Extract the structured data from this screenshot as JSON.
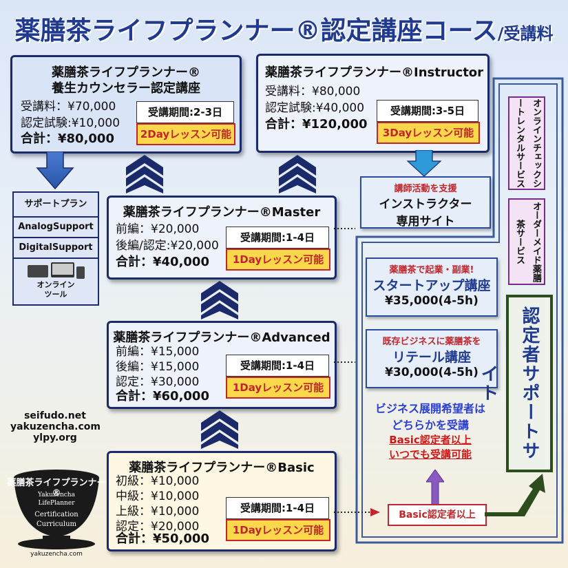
{
  "title": {
    "main": "薬膳茶ライフプランナー®認定講座コース",
    "sub": "/受講料"
  },
  "courses": {
    "counselor": {
      "title1": "薬膳茶ライフプランナー®",
      "title2": "養生カウンセラー認定講座",
      "fee": "受講料：¥70,000",
      "exam": "認定試験:¥10,000",
      "total": "合計：¥80,000",
      "period": "受講期間:2-3日",
      "lesson": "2Dayレッスン可能"
    },
    "instructor": {
      "title": "薬膳茶ライフプランナー®Instructor",
      "fee": "受講料：¥80,000",
      "exam": "認定試験:¥40,000",
      "total": "合計：¥120,000",
      "period": "受講期間:3-5日",
      "lesson": "3Dayレッスン可能"
    },
    "master": {
      "title": "薬膳茶ライフプランナー®Master",
      "l1": "前編：¥20,000",
      "l2": "後編/認定:¥20,000",
      "total": "合計：¥40,000",
      "period": "受講期間:1-4日",
      "lesson": "1Dayレッスン可能"
    },
    "advanced": {
      "title": "薬膳茶ライフプランナー®Advanced",
      "l1": "前編：¥15,000",
      "l2": "後編：¥15,000",
      "l3": "認定：¥30,000",
      "total": "合計：¥60,000",
      "period": "受講期間:1-4日",
      "lesson": "1Dayレッスン可能"
    },
    "basic": {
      "title": "薬膳茶ライフプランナー®Basic",
      "l1": "初級：¥10,000",
      "l2": "中級：¥10,000",
      "l3": "上級：¥10,000",
      "l4": "認定：¥20,000",
      "total": "合計：¥50,000",
      "period": "受講期間:1-4日",
      "lesson": "1Dayレッスン可能"
    }
  },
  "support": {
    "plan": "サポートプラン",
    "analog": "AnalogSupport",
    "digital": "DigitalSupport",
    "online1": "オンライン",
    "online2": "ツール"
  },
  "instructor_site": {
    "l1": "講師活動を支援",
    "l2": "インストラクター",
    "l3": "専用サイト"
  },
  "services": {
    "rental": "オンラインチェックシートレンタルサービス",
    "order": "オーダーメイド薬膳茶サービス"
  },
  "startup": {
    "l1": "薬膳茶で起業・副業!",
    "l2": "スタートアップ講座",
    "l3": "¥35,000(4-5h)"
  },
  "retail": {
    "l1": "既存ビジネスに薬膳茶を",
    "l2": "リテール講座",
    "l3": "¥30,000(4-5h)"
  },
  "business": {
    "l1": "ビジネス展開希望者は",
    "l2": "どちらかを受講",
    "l3": "Basic認定者以上",
    "l4": "いつでも受講可能"
  },
  "basic_badge": "Basic認定者以上",
  "cert_site": "認定者サポートサイト",
  "urls": [
    "seifudo.net",
    "yakuzencha.com",
    "ylpy.org"
  ],
  "logo": {
    "name": "薬膳茶ライフプランナー®",
    "l1": "Yakuzencha",
    "l2": "LifePlanner",
    "l3": "Certification",
    "l4": "Curriculum",
    "url": "yakuzencha.com"
  },
  "colors": {
    "navy": "#1b2a6b",
    "title_blue": "#1f3a8f",
    "red": "#c0262b",
    "yellow": "#fbd74b",
    "purple": "#7a2c8a",
    "green": "#2e4d1f"
  }
}
